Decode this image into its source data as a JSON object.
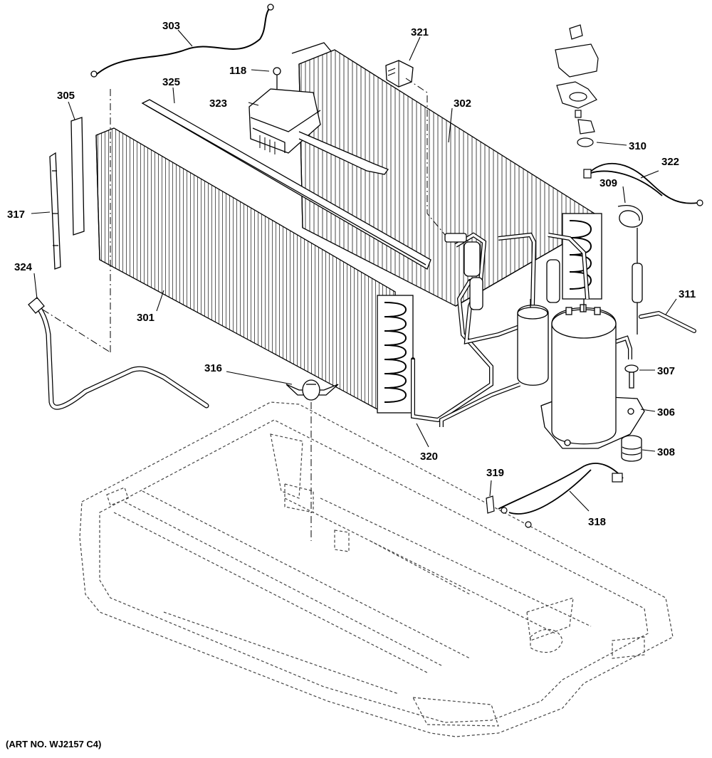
{
  "callouts": {
    "p118": "118",
    "p301": "301",
    "p302": "302",
    "p303": "303",
    "p305": "305",
    "p306": "306",
    "p307": "307",
    "p308": "308",
    "p309": "309",
    "p310": "310",
    "p311": "311",
    "p316": "316",
    "p317": "317",
    "p318": "318",
    "p319": "319",
    "p320": "320",
    "p321": "321",
    "p322": "322",
    "p323": "323",
    "p324": "324",
    "p325": "325"
  },
  "art_number": "(ART NO. WJ2157 C4)"
}
